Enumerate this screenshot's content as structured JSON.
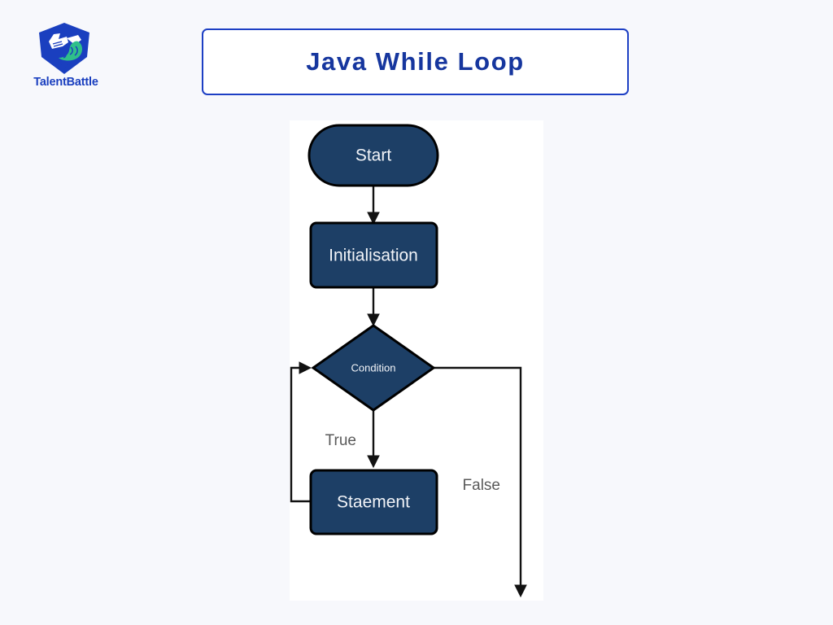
{
  "brand": {
    "name": "TalentBattle",
    "logo_icon": "talentbattle-shield-fist-icon",
    "shield_color": "#1a3fbf",
    "accent_color": "#2fc08a",
    "fist_color": "#ffffff"
  },
  "header": {
    "title": "Java While Loop",
    "title_color": "#16369e",
    "border_color": "#1d3fc4",
    "background": "#ffffff"
  },
  "page": {
    "background": "#f7f8fc",
    "panel_background": "#ffffff"
  },
  "diagram": {
    "type": "flowchart",
    "node_fill": "#1d3f66",
    "node_stroke": "#000000",
    "node_text_color": "#f2f4f8",
    "edge_color": "#111111",
    "branch_label_color": "#5a5a5a",
    "nodes": [
      {
        "id": "start",
        "label": "Start",
        "shape": "stadium"
      },
      {
        "id": "initialisation",
        "label": "Initialisation",
        "shape": "rectangle"
      },
      {
        "id": "condition",
        "label": "Condition",
        "shape": "diamond"
      },
      {
        "id": "statement",
        "label": "Staement",
        "shape": "rectangle"
      }
    ],
    "edges": [
      {
        "from": "start",
        "to": "initialisation",
        "label": ""
      },
      {
        "from": "initialisation",
        "to": "condition",
        "label": ""
      },
      {
        "from": "condition",
        "to": "statement",
        "label": "True"
      },
      {
        "from": "condition",
        "to": "exit",
        "label": "False"
      },
      {
        "from": "statement",
        "to": "condition",
        "label": ""
      }
    ],
    "branch_labels": {
      "true": "True",
      "false": "False"
    }
  }
}
